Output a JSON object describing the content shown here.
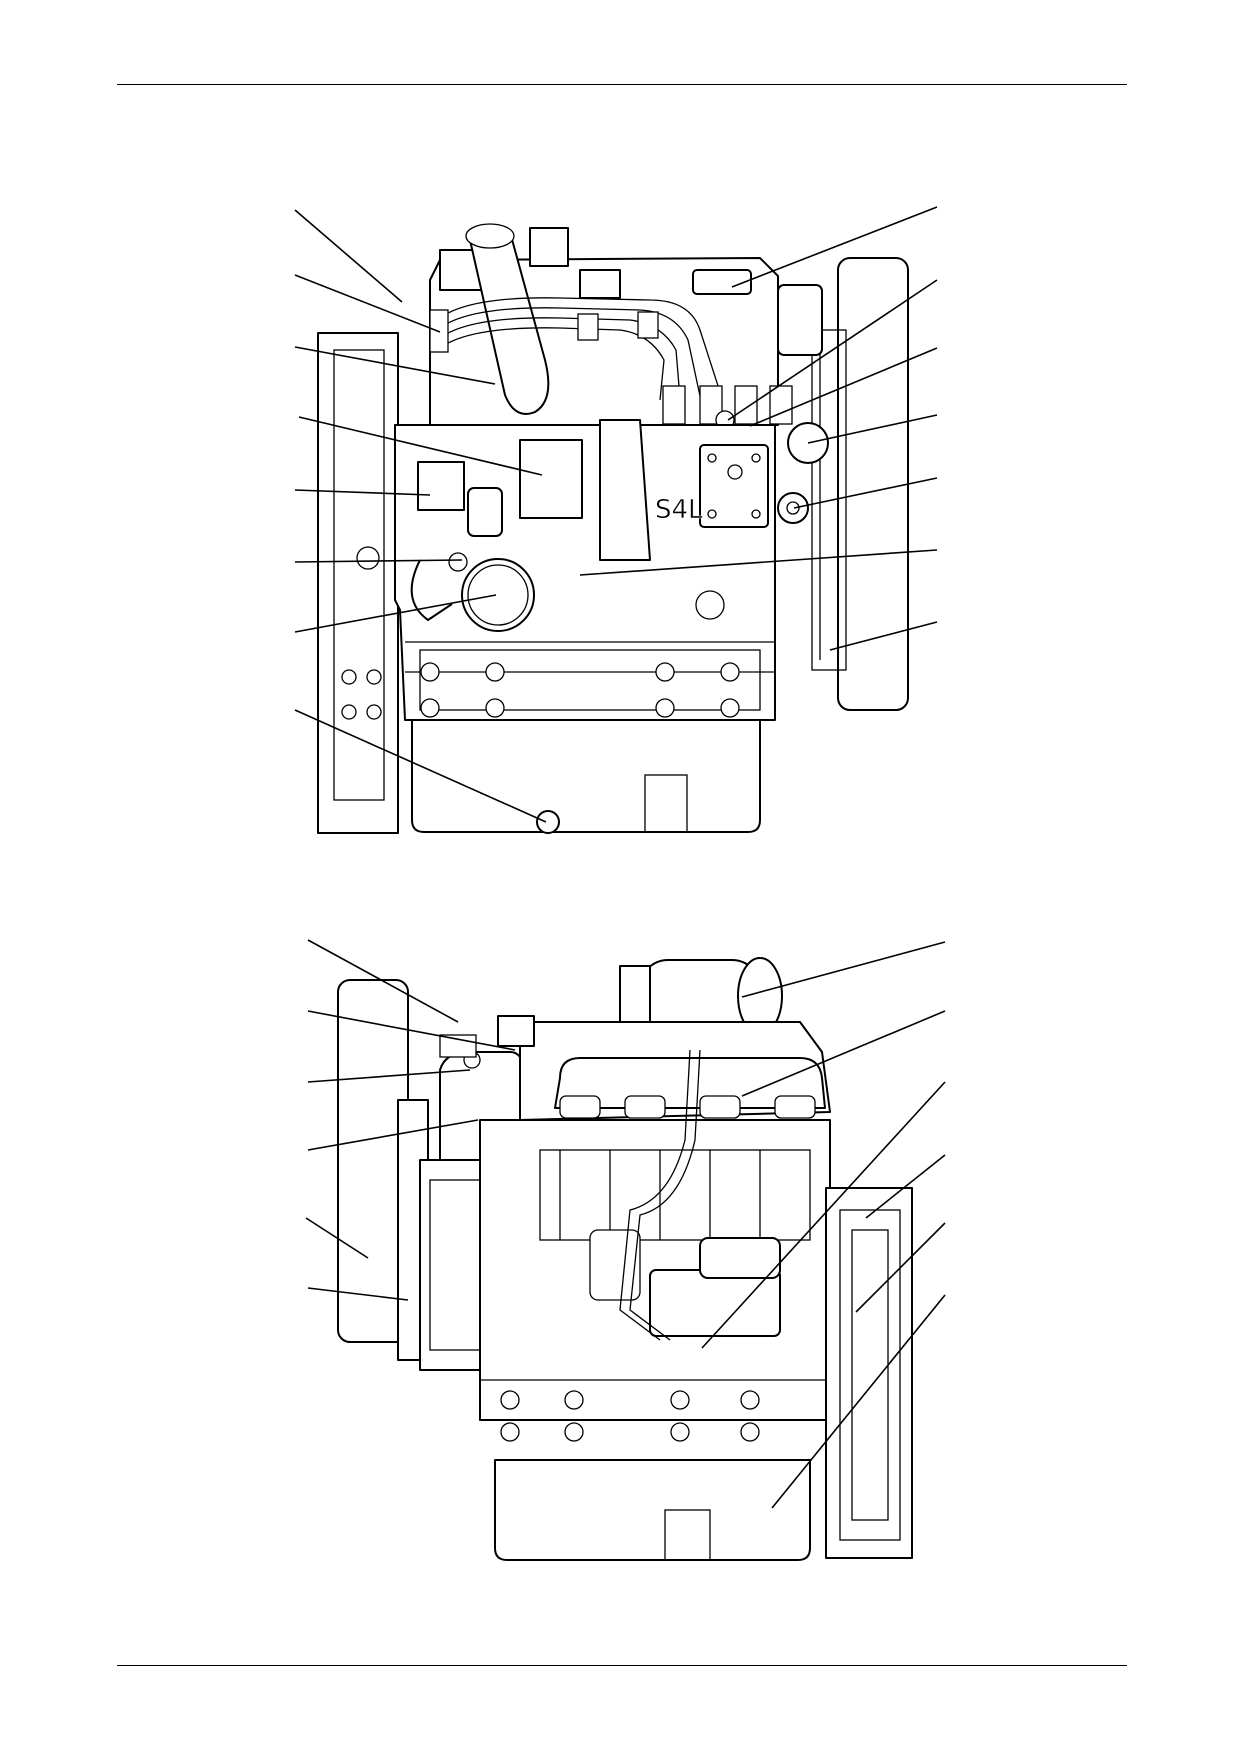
{
  "page": {
    "header_rule": true,
    "footer_rule": true
  },
  "figures": [
    {
      "name": "engine-view-injection-side",
      "callout_leaders": 15
    },
    {
      "name": "engine-view-exhaust-side",
      "callout_leaders": 12
    }
  ],
  "colors": {
    "line": "#000000",
    "background": "#ffffff"
  },
  "labels": {
    "cover_cast_text": "S4L"
  }
}
